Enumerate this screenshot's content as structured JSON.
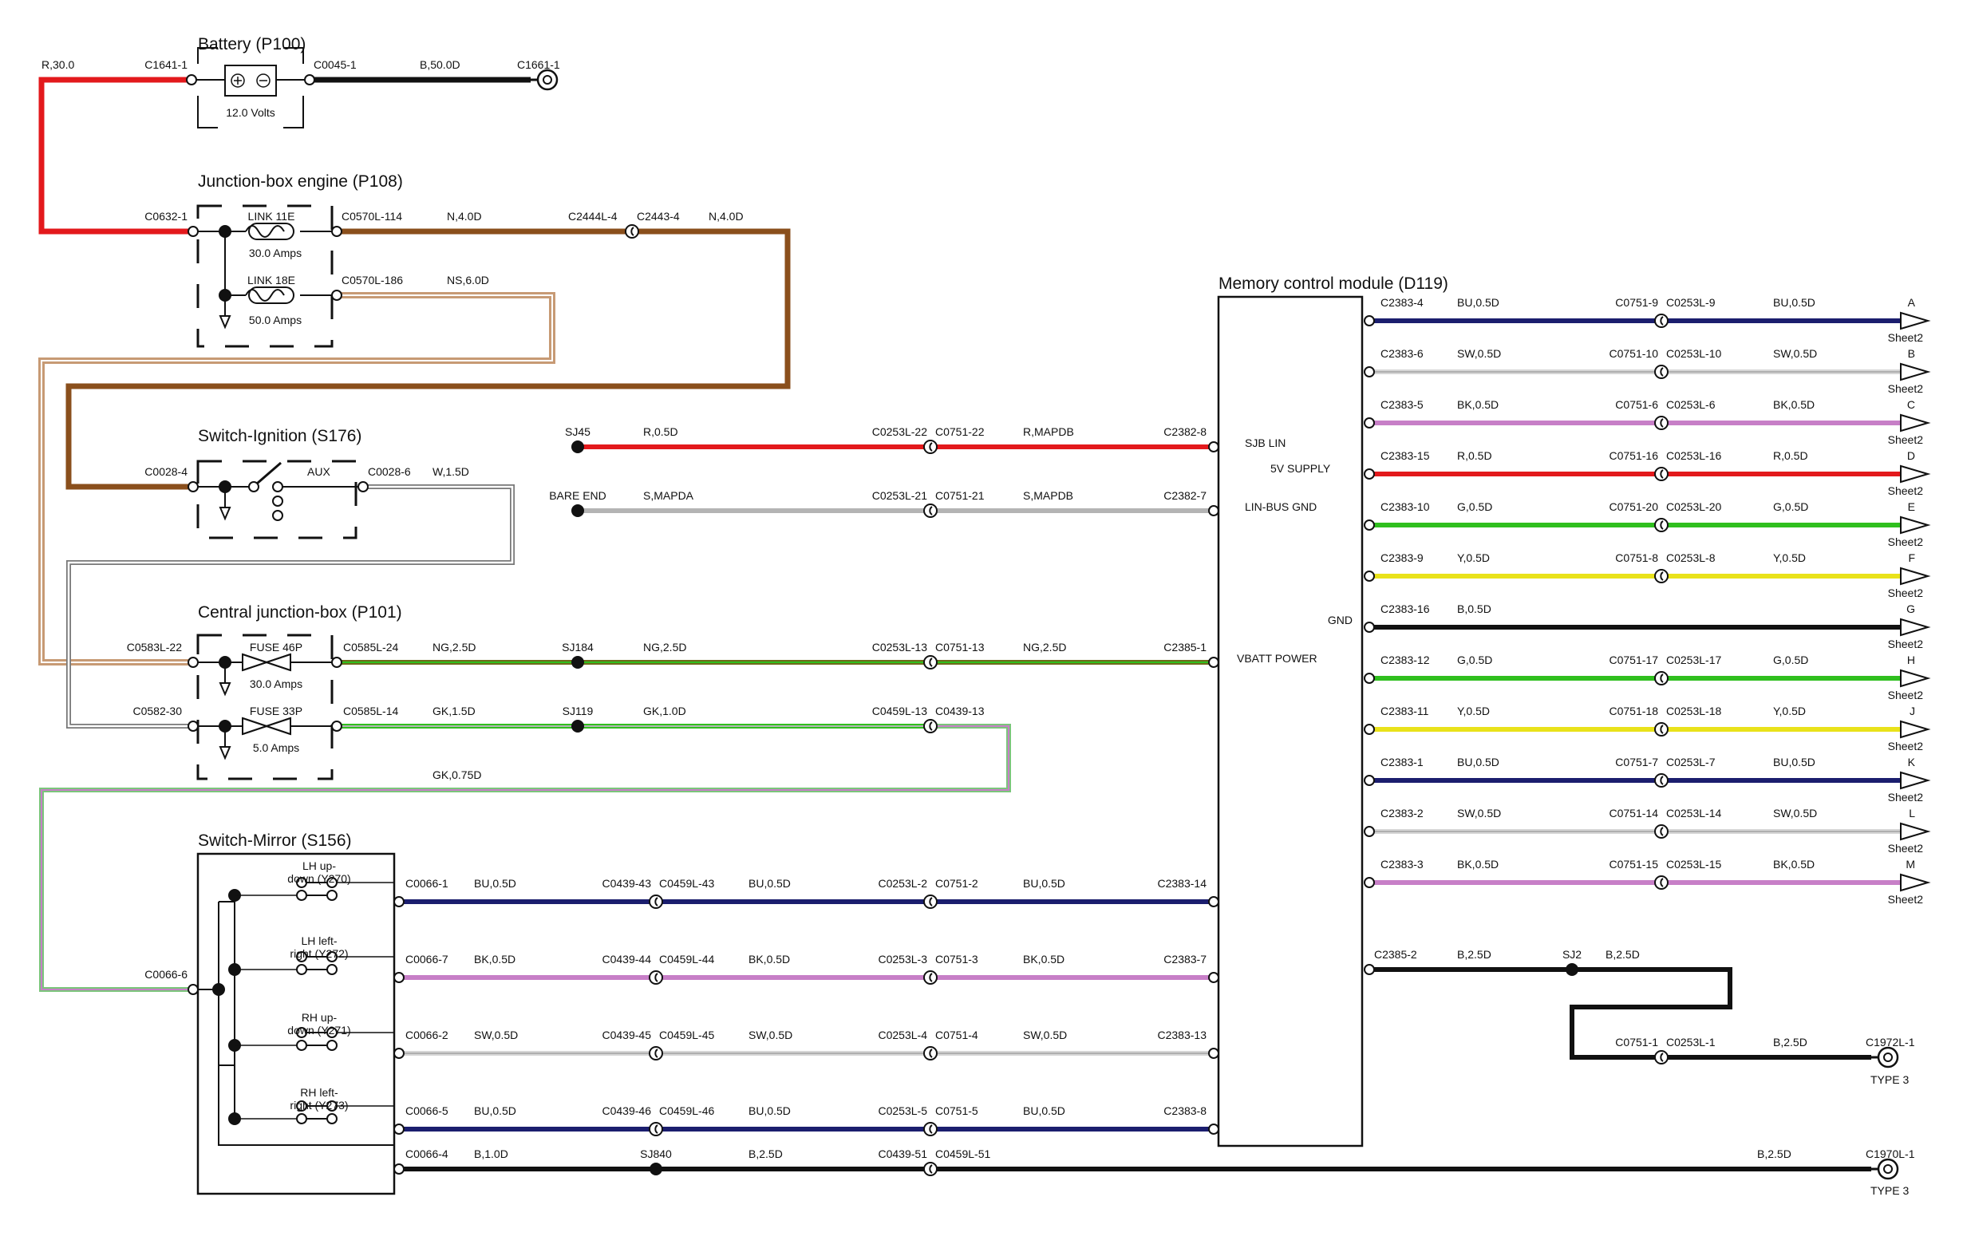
{
  "colors": {
    "red": "#e3191c",
    "black": "#111111",
    "brown": "#8a4f1c",
    "tan": "#c79a74",
    "tanCore": "#ffffff",
    "blue": "#1b1e6e",
    "white": "#d6d6d6",
    "violet": "#c77fc7",
    "green": "#2fbf1e",
    "yellow": "#e9e21a",
    "gray": "#b4b4b4",
    "olive": "#6e6a1a",
    "greenStripe": "#7bc57b"
  },
  "components": {
    "battery": {
      "title": "Battery (P100)",
      "note": "12.0 Volts"
    },
    "jbe": {
      "title": "Junction-box engine (P108)",
      "link1": "LINK 11E",
      "amps1": "30.0 Amps",
      "link2": "LINK 18E",
      "amps2": "50.0 Amps"
    },
    "ignition": {
      "title": "Switch-Ignition (S176)",
      "aux": "AUX"
    },
    "cjb": {
      "title": "Central junction-box (P101)",
      "fuse1": "FUSE 46P",
      "amps1": "30.0 Amps",
      "fuse2": "FUSE 33P",
      "amps2": "5.0 Amps"
    },
    "mirror": {
      "title": "Switch-Mirror (S156)",
      "sw": [
        "LH up-",
        "down (Y270)",
        "LH left-",
        "right (Y272)",
        "RH up-",
        "down (Y271)",
        "RH left-",
        "right (Y273)"
      ]
    },
    "mcm": {
      "title": "Memory control module (D119)",
      "pins": [
        "SJB LIN",
        "5V SUPPLY",
        "LIN-BUS GND",
        "GND",
        "VBATT POWER"
      ]
    }
  },
  "labels": {
    "bat_r30": "R,30.0",
    "c1641": "C1641-1",
    "c0045": "C0045-1",
    "b50": "B,50.0D",
    "c1661": "C1661-1",
    "c0632": "C0632-1",
    "c0570_114": "C0570L-114",
    "n40": "N,4.0D",
    "c2444": "C2444L-4",
    "c2443": "C2443-4",
    "n40b": "N,4.0D",
    "c0570_186": "C0570L-186",
    "ns60": "NS,6.0D",
    "c0028_4": "C0028-4",
    "c0028_6": "C0028-6",
    "w15": "W,1.5D",
    "c0583": "C0583L-22",
    "c0585_24": "C0585L-24",
    "ng25": "NG,2.5D",
    "sj184": "SJ184",
    "ng25b": "NG,2.5D",
    "c0582": "C0582-30",
    "c0585_14": "C0585L-14",
    "gk15": "GK,1.5D",
    "sj119": "SJ119",
    "gk10": "GK,1.0D",
    "c0459_13": "C0459L-13",
    "c0439_13": "C0439-13",
    "gk075": "GK,0.75D",
    "sj45": "SJ45",
    "r05": "R,0.5D",
    "c0253_22": "C0253L-22",
    "c0751_22": "C0751-22",
    "rmapdb": "R,MAPDB",
    "c2382_8": "C2382-8",
    "bare": "BARE END",
    "smapda": "S,MAPDA",
    "c0253_21": "C0253L-21",
    "c0751_21": "C0751-21",
    "smapdb": "S,MAPDB",
    "c2382_7": "C2382-7",
    "c0253_13": "C0253L-13",
    "c0751_13": "C0751-13",
    "ng25c": "NG,2.5D",
    "c2385_1": "C2385-1",
    "c0066_6": "C0066-6",
    "c0066_4": "C0066-4",
    "b10": "B,1.0D",
    "sj840": "SJ840",
    "b25": "B,2.5D",
    "c0439_51": "C0439-51",
    "c0459_51": "C0459L-51",
    "b25r": "B,2.5D",
    "c1970": "C1970L-1",
    "type3a": "TYPE 3",
    "c2385_2": "C2385-2",
    "b25m": "B,2.5D",
    "sj2": "SJ2",
    "b25n": "B,2.5D",
    "c0751_1": "C0751-1",
    "c0253_1": "C0253L-1",
    "b25o": "B,2.5D",
    "c1972": "C1972L-1",
    "type3b": "TYPE 3"
  },
  "mirror_rows": [
    {
      "c1": "C0066-1",
      "w1": "BU,0.5D",
      "c2": "C0439-43",
      "c3": "C0459L-43",
      "w2": "BU,0.5D",
      "c4": "C0253L-2",
      "c5": "C0751-2",
      "w3": "BU,0.5D",
      "c6": "C2383-14",
      "color": "blue"
    },
    {
      "c1": "C0066-7",
      "w1": "BK,0.5D",
      "c2": "C0439-44",
      "c3": "C0459L-44",
      "w2": "BK,0.5D",
      "c4": "C0253L-3",
      "c5": "C0751-3",
      "w3": "BK,0.5D",
      "c6": "C2383-7",
      "color": "violet"
    },
    {
      "c1": "C0066-2",
      "w1": "SW,0.5D",
      "c2": "C0439-45",
      "c3": "C0459L-45",
      "w2": "SW,0.5D",
      "c4": "C0253L-4",
      "c5": "C0751-4",
      "w3": "SW,0.5D",
      "c6": "C2383-13",
      "color": "white"
    },
    {
      "c1": "C0066-5",
      "w1": "BU,0.5D",
      "c2": "C0439-46",
      "c3": "C0459L-46",
      "w2": "BU,0.5D",
      "c4": "C0253L-5",
      "c5": "C0751-5",
      "w3": "BU,0.5D",
      "c6": "C2383-8",
      "color": "blue"
    }
  ],
  "outputs": [
    {
      "c1": "C2383-4",
      "w1": "BU,0.5D",
      "c2": "C0751-9",
      "c3": "C0253L-9",
      "w2": "BU,0.5D",
      "letter": "A",
      "sheet": "Sheet2",
      "color": "blue"
    },
    {
      "c1": "C2383-6",
      "w1": "SW,0.5D",
      "c2": "C0751-10",
      "c3": "C0253L-10",
      "w2": "SW,0.5D",
      "letter": "B",
      "sheet": "Sheet2",
      "color": "white"
    },
    {
      "c1": "C2383-5",
      "w1": "BK,0.5D",
      "c2": "C0751-6",
      "c3": "C0253L-6",
      "w2": "BK,0.5D",
      "letter": "C",
      "sheet": "Sheet2",
      "color": "violet"
    },
    {
      "c1": "C2383-15",
      "w1": "R,0.5D",
      "c2": "C0751-16",
      "c3": "C0253L-16",
      "w2": "R,0.5D",
      "letter": "D",
      "sheet": "Sheet2",
      "color": "red"
    },
    {
      "c1": "C2383-10",
      "w1": "G,0.5D",
      "c2": "C0751-20",
      "c3": "C0253L-20",
      "w2": "G,0.5D",
      "letter": "E",
      "sheet": "Sheet2",
      "color": "green"
    },
    {
      "c1": "C2383-9",
      "w1": "Y,0.5D",
      "c2": "C0751-8",
      "c3": "C0253L-8",
      "w2": "Y,0.5D",
      "letter": "F",
      "sheet": "Sheet2",
      "color": "yellow"
    },
    {
      "c1": "C2383-16",
      "w1": "B,0.5D",
      "c2": "",
      "c3": "",
      "w2": "",
      "letter": "G",
      "sheet": "Sheet2",
      "color": "black"
    },
    {
      "c1": "C2383-12",
      "w1": "G,0.5D",
      "c2": "C0751-17",
      "c3": "C0253L-17",
      "w2": "G,0.5D",
      "letter": "H",
      "sheet": "Sheet2",
      "color": "green"
    },
    {
      "c1": "C2383-11",
      "w1": "Y,0.5D",
      "c2": "C0751-18",
      "c3": "C0253L-18",
      "w2": "Y,0.5D",
      "letter": "J",
      "sheet": "Sheet2",
      "color": "yellow"
    },
    {
      "c1": "C2383-1",
      "w1": "BU,0.5D",
      "c2": "C0751-7",
      "c3": "C0253L-7",
      "w2": "BU,0.5D",
      "letter": "K",
      "sheet": "Sheet2",
      "color": "blue"
    },
    {
      "c1": "C2383-2",
      "w1": "SW,0.5D",
      "c2": "C0751-14",
      "c3": "C0253L-14",
      "w2": "SW,0.5D",
      "letter": "L",
      "sheet": "Sheet2",
      "color": "white"
    },
    {
      "c1": "C2383-3",
      "w1": "BK,0.5D",
      "c2": "C0751-15",
      "c3": "C0253L-15",
      "w2": "BK,0.5D",
      "letter": "M",
      "sheet": "Sheet2",
      "color": "violet"
    }
  ]
}
